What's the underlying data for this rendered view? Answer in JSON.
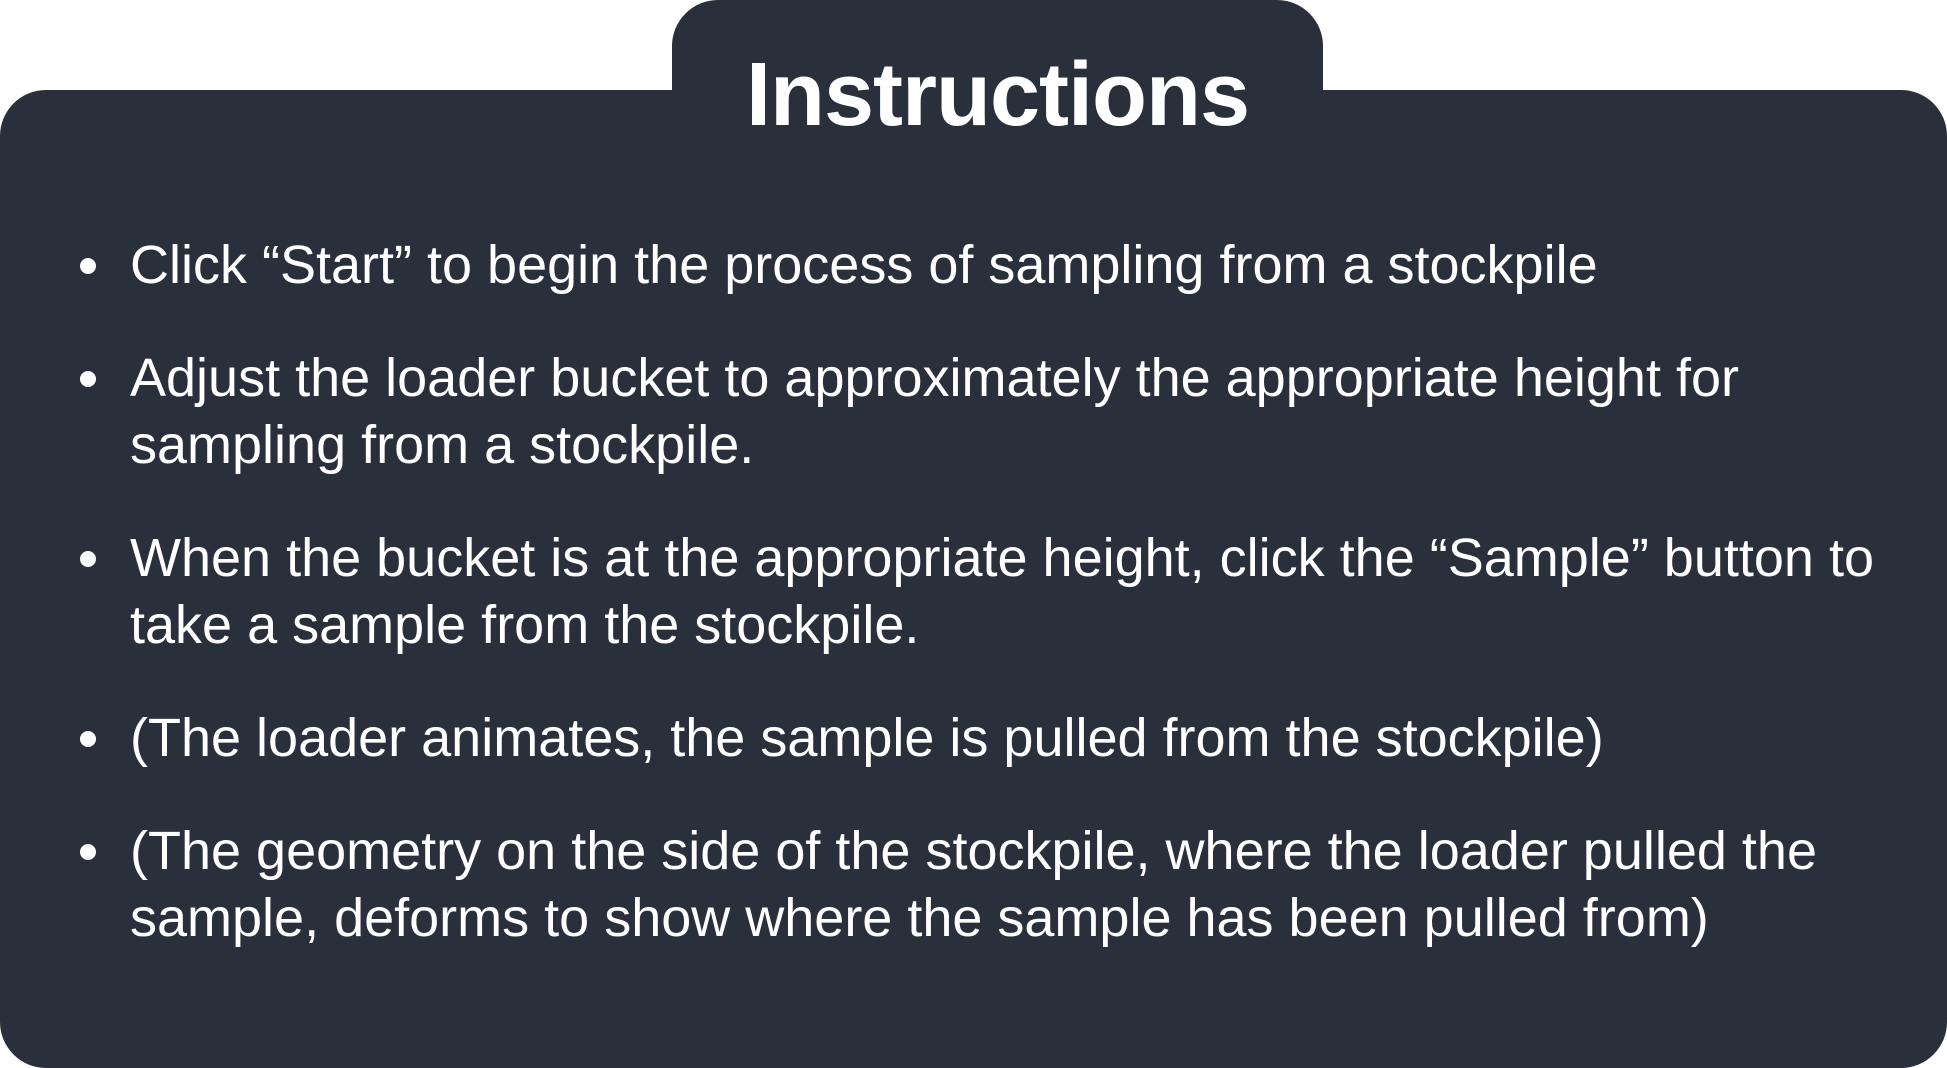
{
  "title": "Instructions",
  "instructions": [
    "Click “Start” to begin the process of sampling from a stockpile",
    "Adjust the loader bucket to approximately the appropriate height for sampling from a stockpile.",
    "When the bucket is at the appropriate height, click the “Sample” button to take a sample from the stockpile.",
    "(The loader animates, the sample is pulled from the stockpile)",
    "(The geometry on the side of the stockpile, where the loader pulled the sample, deforms to show where the sample has been pulled from)"
  ],
  "colors": {
    "panel": "#2a303b",
    "text": "#ffffff",
    "background": "#ffffff"
  }
}
